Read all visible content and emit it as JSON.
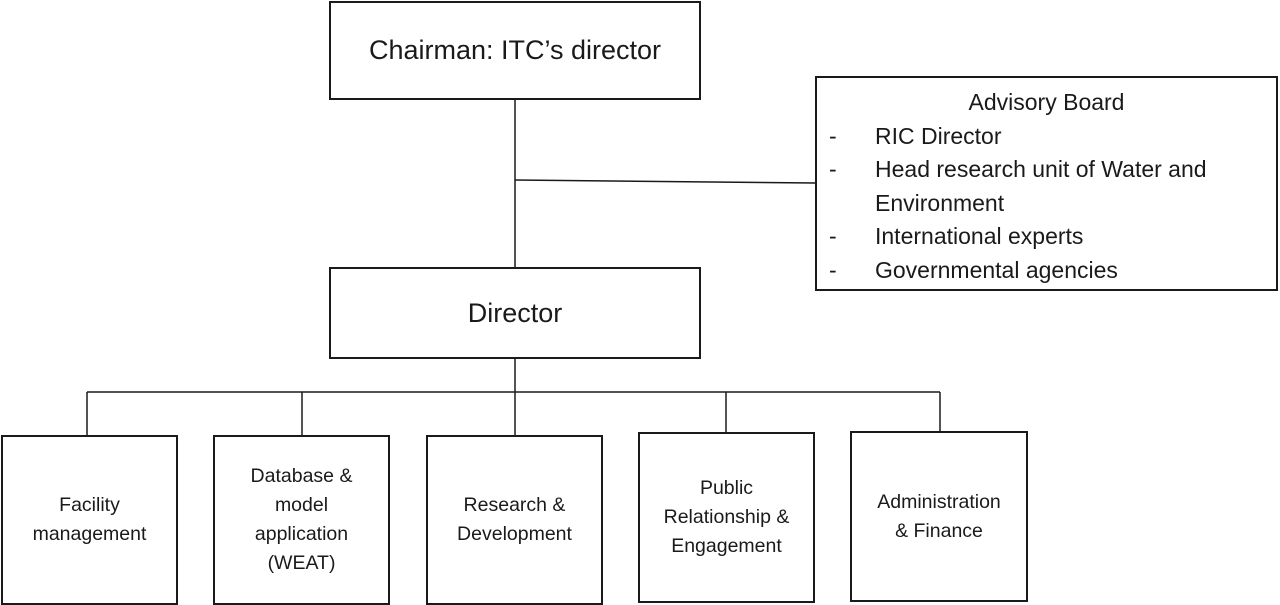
{
  "chairman": {
    "label": "Chairman: ITC’s director"
  },
  "director": {
    "label": "Director"
  },
  "advisory_board": {
    "title": "Advisory Board",
    "members": [
      "RIC Director",
      "Head research unit of Water and Environment",
      "International experts",
      "Governmental agencies"
    ]
  },
  "departments": [
    {
      "label": "Facility\nmanagement"
    },
    {
      "label": "Database &\nmodel\napplication\n(WEAT)"
    },
    {
      "label": "Research &\nDevelopment"
    },
    {
      "label": "Public\nRelationship &\nEngagement"
    },
    {
      "label": "Administration\n& Finance"
    }
  ],
  "colors": {
    "line": "#1a1a1a",
    "box_border": "#1a1a1a",
    "background": "#ffffff"
  }
}
